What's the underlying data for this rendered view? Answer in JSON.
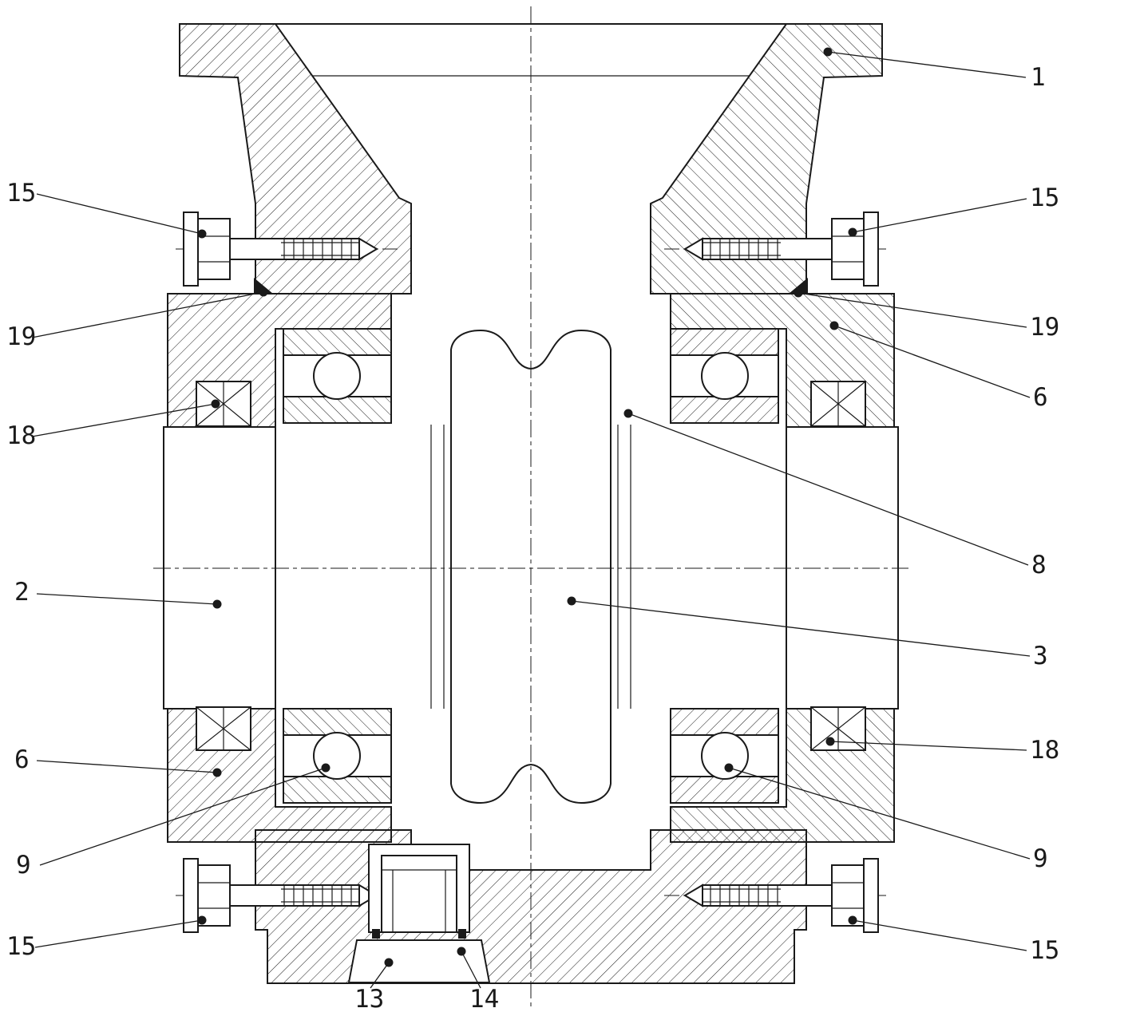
{
  "drawing": {
    "kind": "sectional-assembly-drawing",
    "colors": {
      "line": "#1a1a1a",
      "background": "#ffffff"
    },
    "callouts": [
      {
        "id": "c1",
        "label": "1"
      },
      {
        "id": "c2",
        "label": "2"
      },
      {
        "id": "c3",
        "label": "3"
      },
      {
        "id": "c6_left",
        "label": "6"
      },
      {
        "id": "c6_right",
        "label": "6"
      },
      {
        "id": "c8",
        "label": "8"
      },
      {
        "id": "c9_left",
        "label": "9"
      },
      {
        "id": "c9_right",
        "label": "9"
      },
      {
        "id": "c13",
        "label": "13"
      },
      {
        "id": "c14",
        "label": "14"
      },
      {
        "id": "c15_top_left",
        "label": "15"
      },
      {
        "id": "c15_top_right",
        "label": "15"
      },
      {
        "id": "c15_bottom_left",
        "label": "15"
      },
      {
        "id": "c15_bottom_right",
        "label": "15"
      },
      {
        "id": "c18_left",
        "label": "18"
      },
      {
        "id": "c18_right",
        "label": "18"
      },
      {
        "id": "c19_left",
        "label": "19"
      },
      {
        "id": "c19_right",
        "label": "19"
      }
    ]
  }
}
